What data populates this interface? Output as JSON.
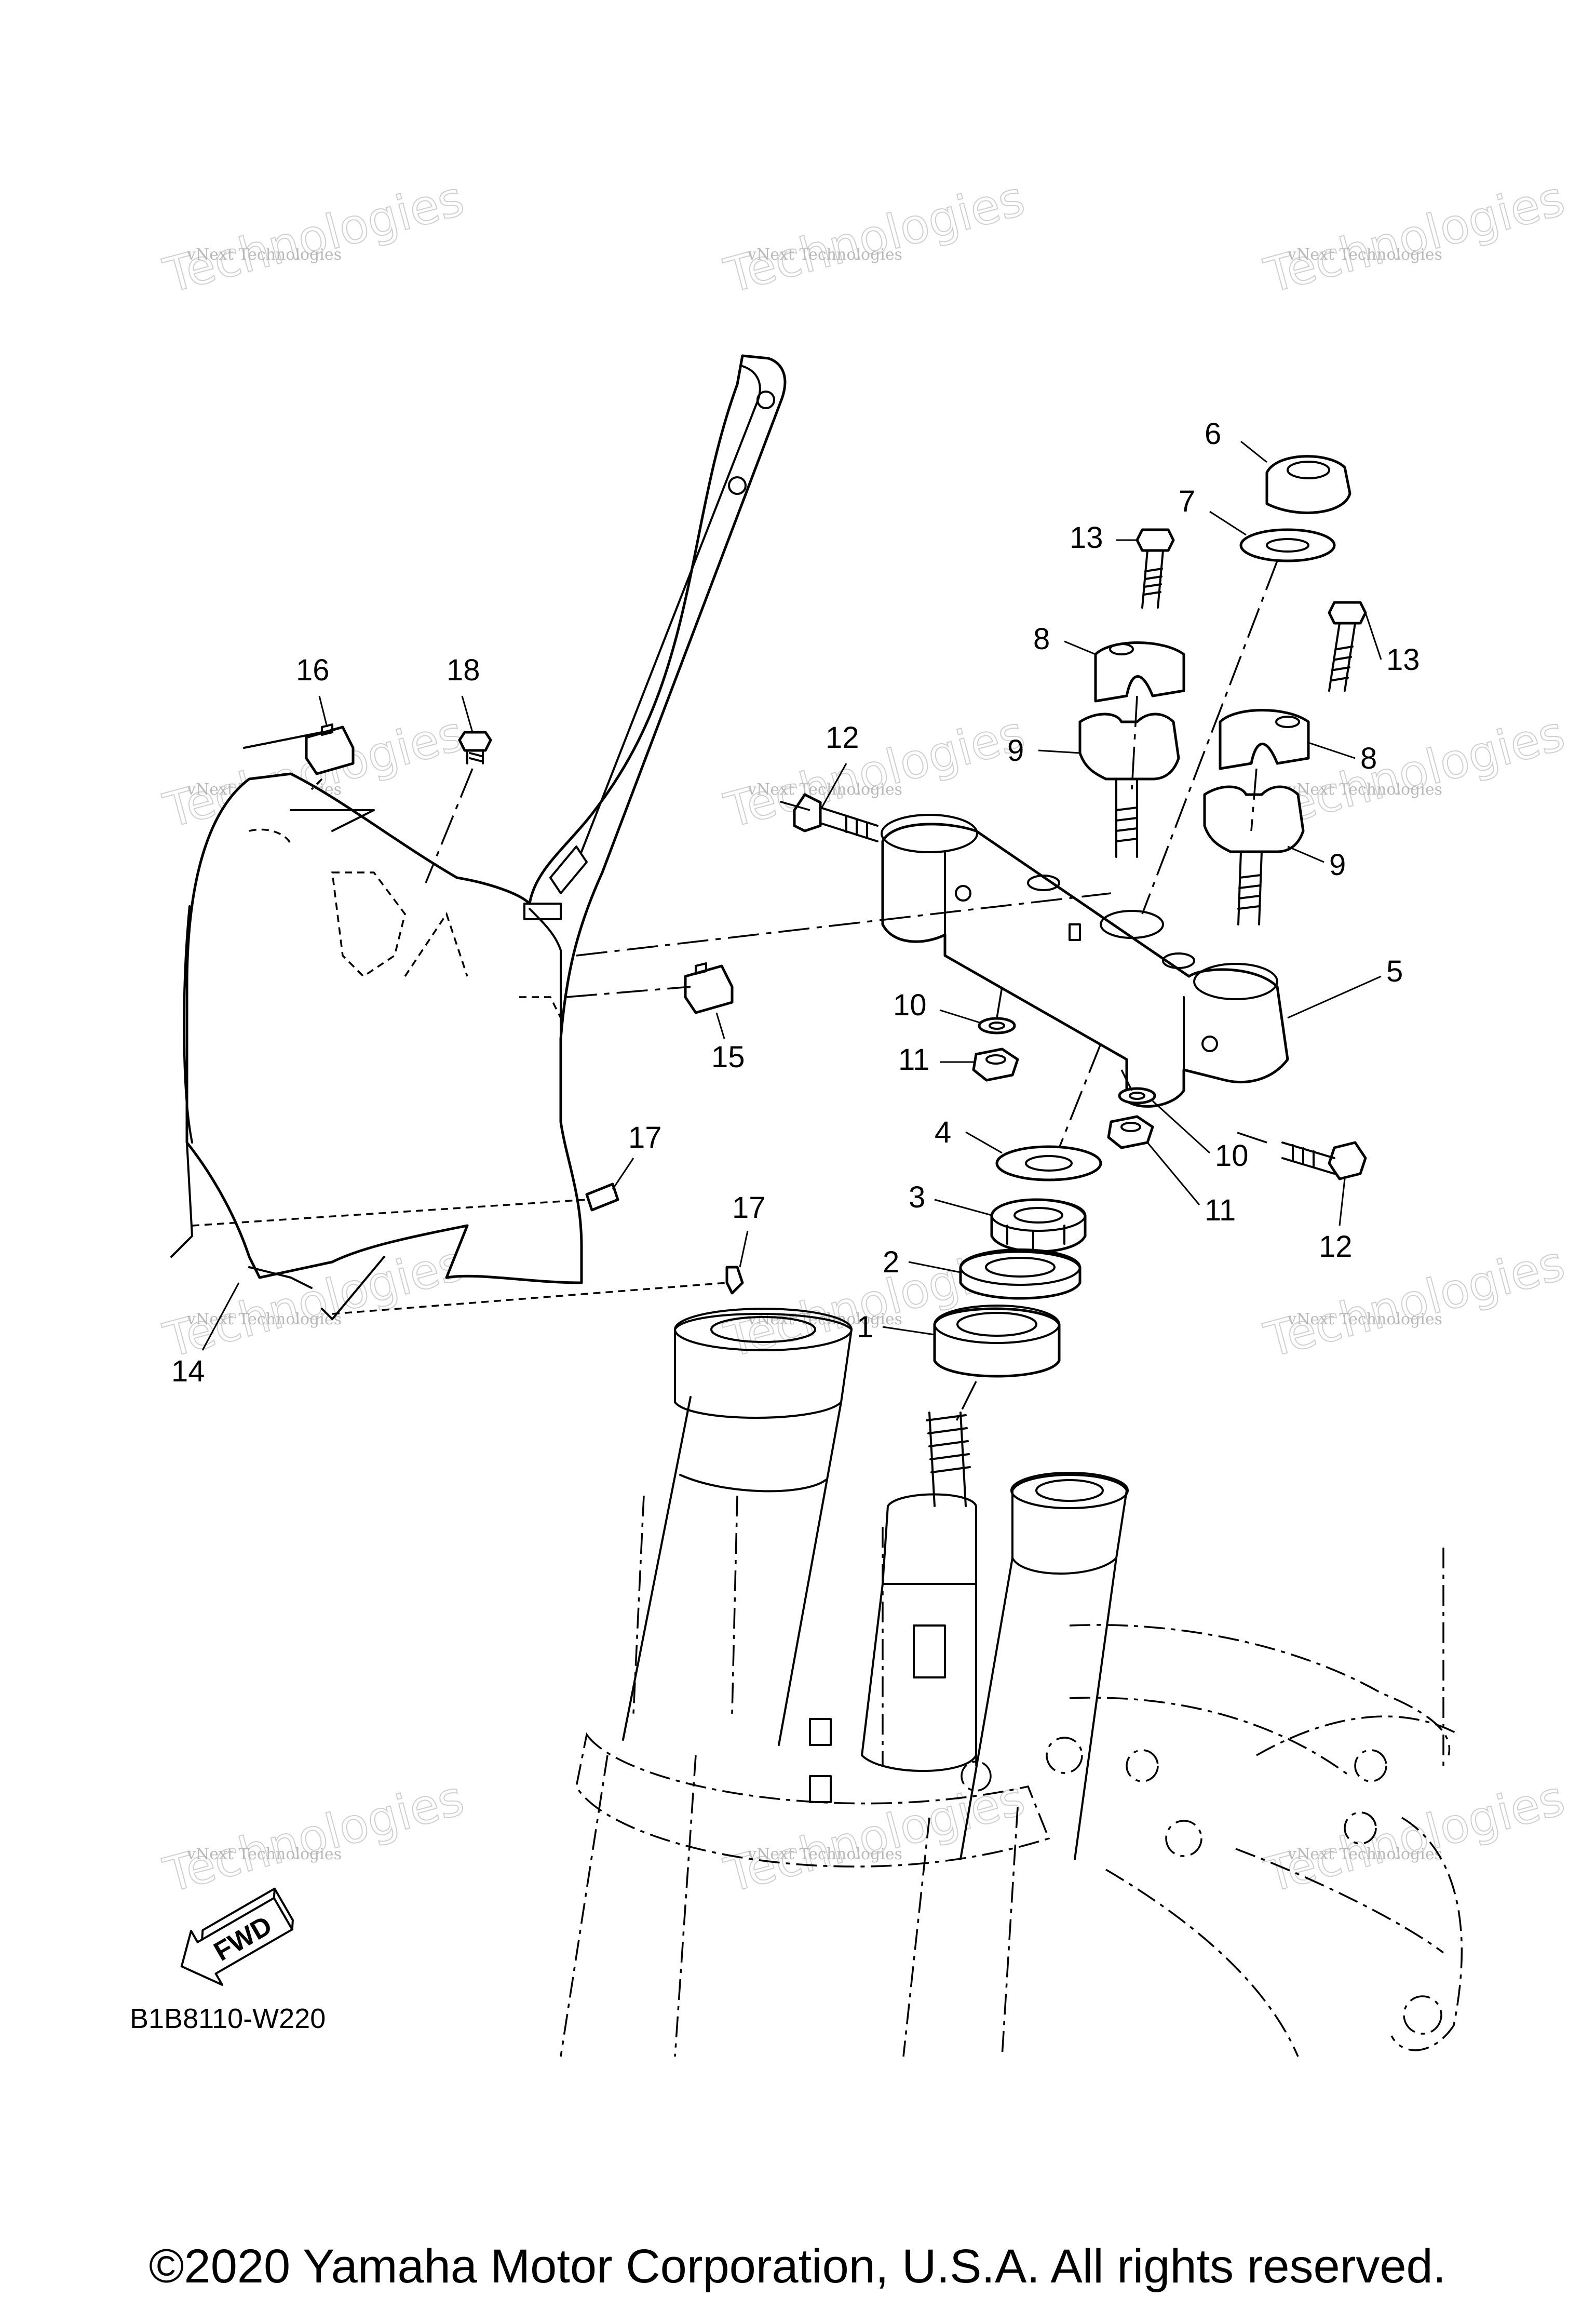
{
  "watermark": {
    "line1": "vNext Technologies",
    "line2": "Technologies"
  },
  "callouts": [
    "1",
    "2",
    "3",
    "4",
    "5",
    "6",
    "7",
    "8",
    "8",
    "9",
    "9",
    "10",
    "10",
    "11",
    "11",
    "12",
    "12",
    "13",
    "13",
    "14",
    "15",
    "16",
    "17",
    "17",
    "18"
  ],
  "fwd_label": "FWD",
  "diagram_code": "B1B8110-W220",
  "copyright": "©2020 Yamaha Motor Corporation, U.S.A. All rights reserved.",
  "colors": {
    "ink": "#000000",
    "paper": "#ffffff",
    "watermark": "#b9b9b9"
  }
}
